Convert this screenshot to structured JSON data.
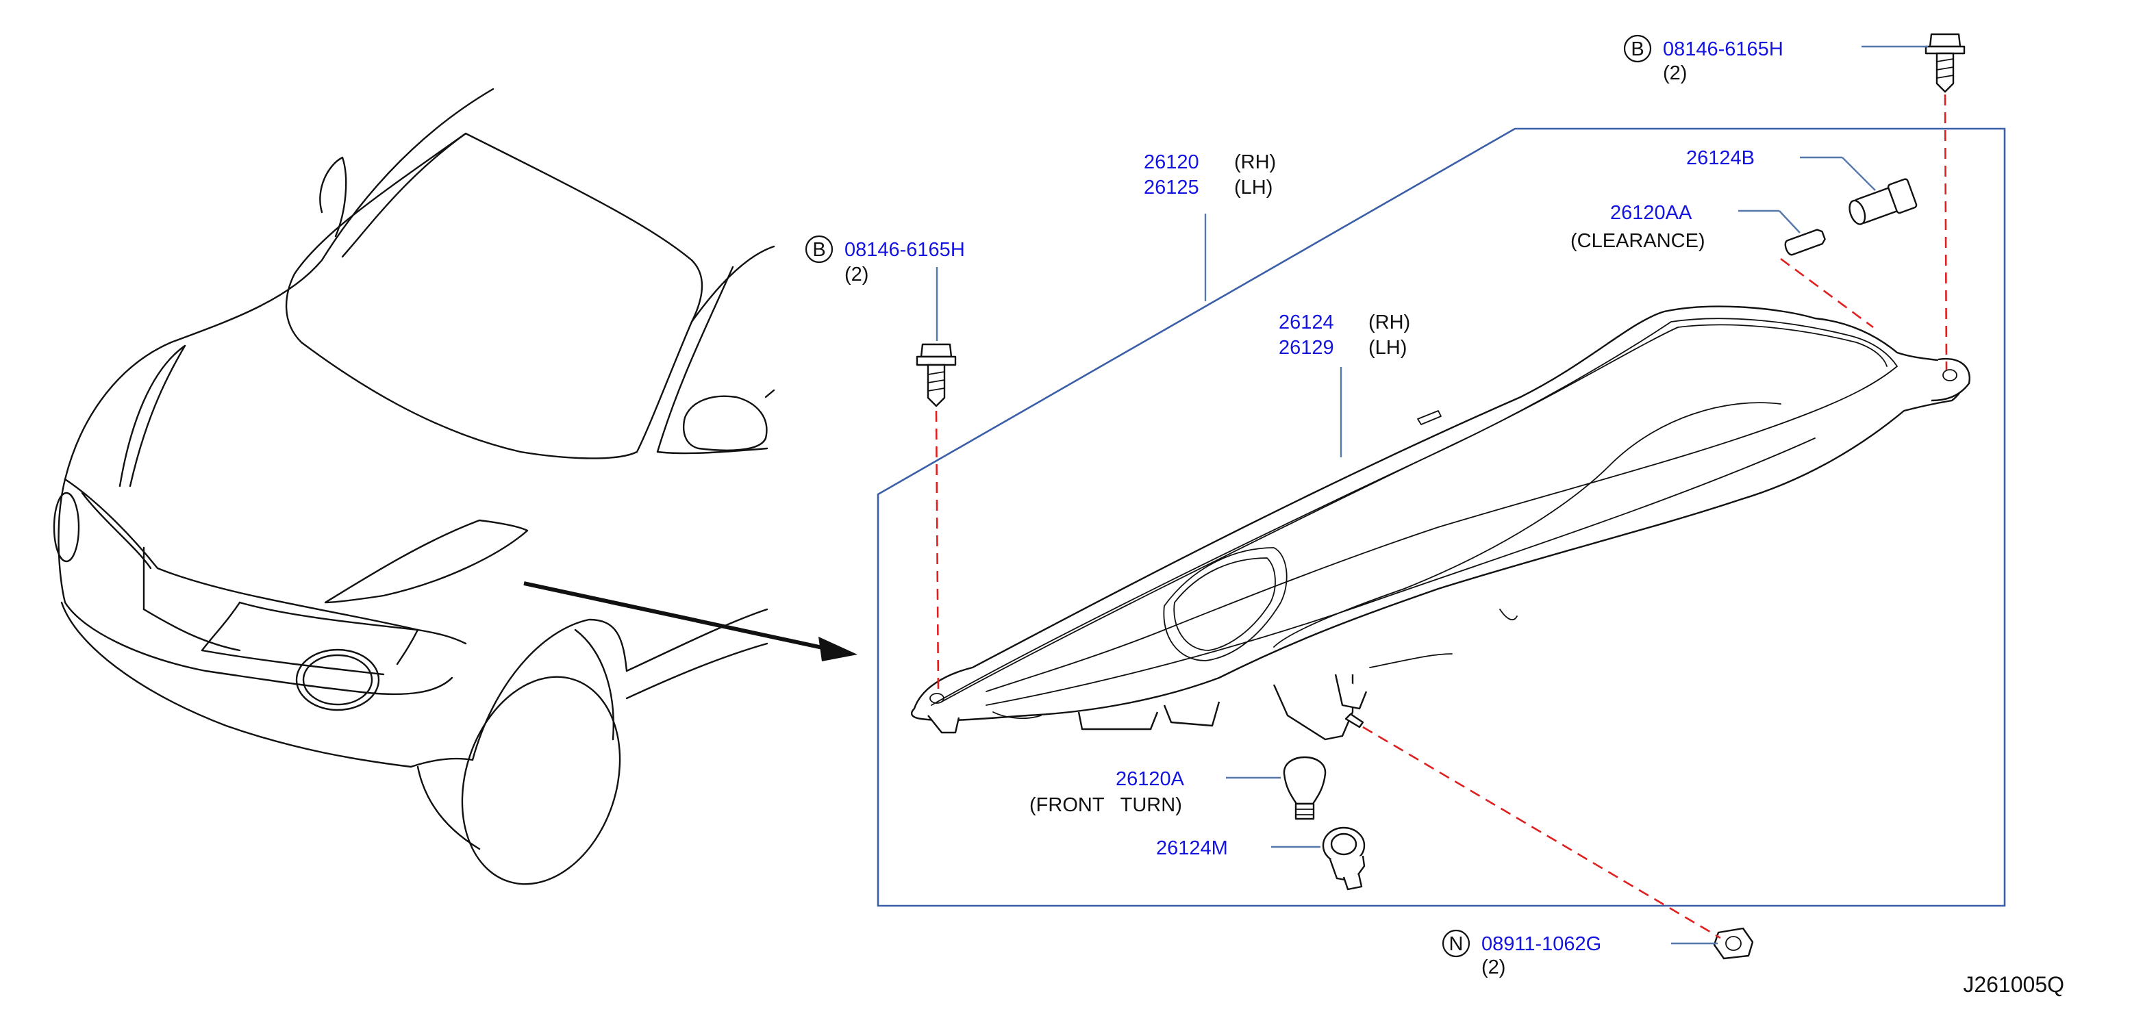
{
  "callouts": {
    "bolt_top_right": {
      "prefix": "B",
      "part_no": "08146-6165H",
      "qty": "(2)"
    },
    "bolt_left": {
      "prefix": "B",
      "part_no": "08146-6165H",
      "qty": "(2)"
    },
    "nut_bottom": {
      "prefix": "N",
      "part_no": "08911-1062G",
      "qty": "(2)"
    },
    "headlamp_assy": {
      "rh_no": "26120",
      "rh": "(RH)",
      "lh_no": "26125",
      "lh": "(LH)"
    },
    "headlamp_housing": {
      "rh_no": "26124",
      "rh": "(RH)",
      "lh_no": "26129",
      "lh": "(LH)"
    },
    "socket_top": {
      "part_no": "26124B"
    },
    "bulb_clearance": {
      "part_no": "26120AA",
      "note": "(CLEARANCE)"
    },
    "bulb_turn": {
      "part_no": "26120A",
      "note": "(FRONT   TURN)"
    },
    "socket_turn": {
      "part_no": "26124M"
    }
  },
  "diagram_id": "J261005Q",
  "colors": {
    "part_number": "#1414e0",
    "leader": "#5577aa",
    "dashed": "#e02020",
    "frame": "#3a5fa8"
  }
}
